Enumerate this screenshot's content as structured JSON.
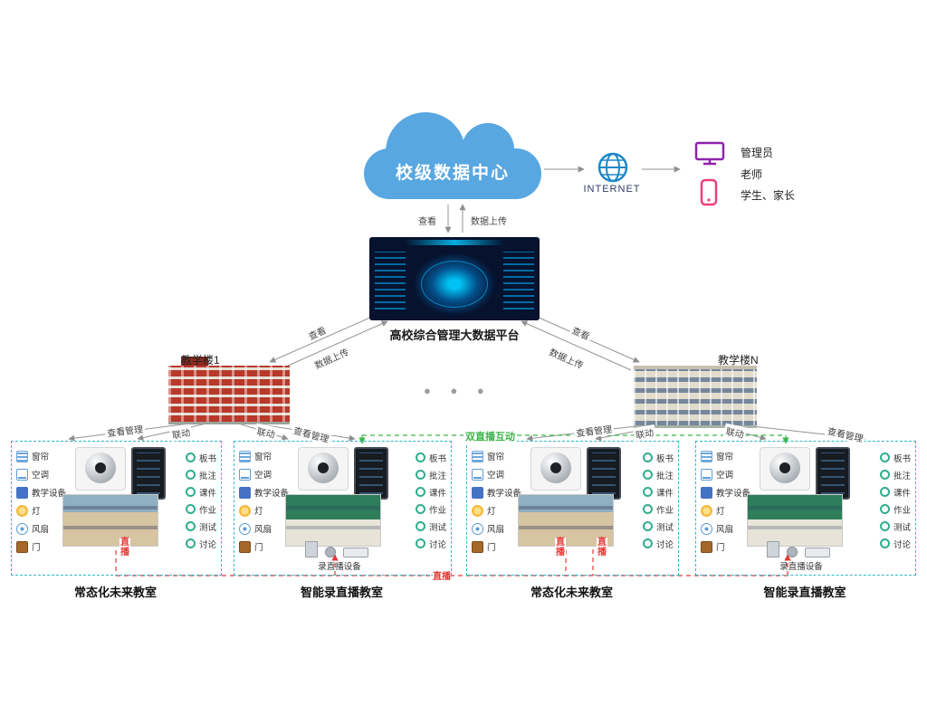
{
  "scene": {
    "cloud_label": "校级数据中心",
    "internet_label": "INTERNET",
    "users": {
      "admin": "管理员",
      "teacher": "老师",
      "students": "学生、家长"
    },
    "platform_caption": "高校综合管理大数据平台",
    "link_view": "查看",
    "link_upload": "数据上传",
    "link_manage": "查看管理",
    "link_linkage": "联动",
    "link_dual_live": "双直播互动",
    "link_live": "直播",
    "building_left": "教学楼1",
    "building_right": "教学楼N",
    "ellipsis": "● ● ●"
  },
  "classroom": {
    "devices": [
      "窗帘",
      "空调",
      "教学设备",
      "灯",
      "风扇",
      "门"
    ],
    "features": [
      "板书",
      "批注",
      "课件",
      "作业",
      "测试",
      "讨论"
    ],
    "equipment_label": "录直播设备",
    "caption_normal": "常态化未来教室",
    "caption_recording": "智能录直播教室"
  },
  "colors": {
    "cloud": "#58a7e1",
    "arrow": "#949494",
    "panel_border": "#2fb8c5",
    "green": "#3cb54a",
    "red": "#e53935",
    "internet": "#1e88c7",
    "monitor": "#8e24aa",
    "phone": "#ec407a"
  }
}
